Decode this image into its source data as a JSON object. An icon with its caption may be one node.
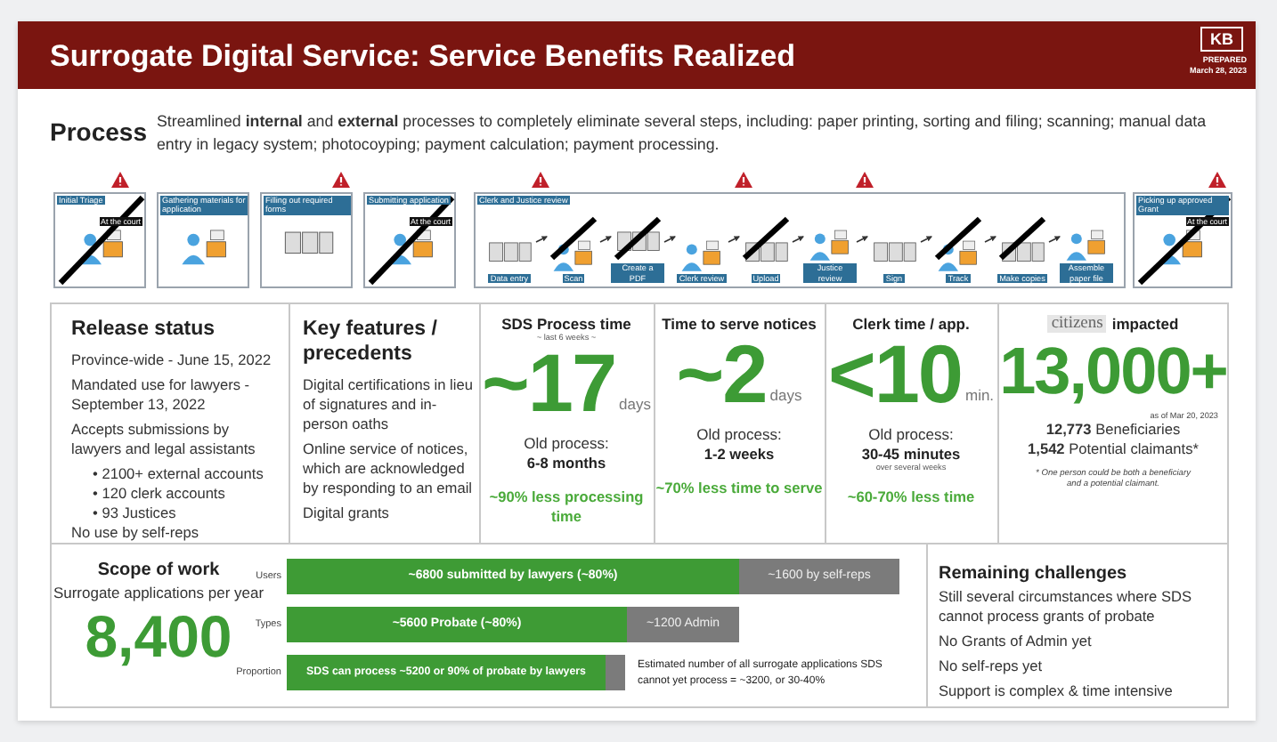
{
  "diagram": {
    "title": "Surrogate Digital Service: Service Benefits Realized",
    "nodes": [
      {
        "text": [
          "Initial Triage",
          "At the court"
        ]
      },
      {
        "text": [
          "Gathering materials for application"
        ]
      },
      {
        "text": [
          "Filling out required forms"
        ]
      },
      {
        "text": [
          "Submitting application",
          "At the court"
        ]
      },
      {
        "text": [
          "Clerk and Justice review"
        ]
      },
      {
        "text": [
          "Data entry"
        ],
        "in": 4
      },
      {
        "text": [
          "Scan"
        ],
        "in": 4
      },
      {
        "text": [
          "Create a PDF"
        ],
        "in": 4
      },
      {
        "text": [
          "Clerk review"
        ],
        "in": 4
      },
      {
        "text": [
          "Upload"
        ],
        "in": 4
      },
      {
        "text": [
          "Justice review"
        ],
        "in": 4
      },
      {
        "text": [
          "Sign"
        ],
        "in": 4
      },
      {
        "text": [
          "Track"
        ],
        "in": 4
      },
      {
        "text": [
          "Make copies"
        ],
        "in": 4
      },
      {
        "text": [
          "Assemble paper file"
        ],
        "in": 4
      },
      {
        "text": [
          "Picking up approved Grant",
          "At the court"
        ]
      }
    ],
    "edges": [
      {
        "from": 5,
        "to": 6,
        "arrow": "to"
      },
      {
        "from": 6,
        "to": 7,
        "arrow": "to"
      },
      {
        "from": 7,
        "to": 8,
        "arrow": "to"
      },
      {
        "from": 8,
        "to": 9,
        "arrow": "to"
      },
      {
        "from": 9,
        "to": 10,
        "arrow": "to"
      },
      {
        "from": 10,
        "to": 11,
        "arrow": "to"
      },
      {
        "from": 11,
        "to": 12,
        "arrow": "to"
      },
      {
        "from": 12,
        "to": 13,
        "arrow": "to"
      },
      {
        "from": 13,
        "to": 14,
        "arrow": "to"
      }
    ],
    "labels": [
      "KB",
      "PREPARED",
      "March 28, 2023",
      "Process",
      "Streamlined **internal** and **external** processes to completely eliminate several steps, including: paper printing, sorting and filing; scanning; manual data entry in legacy system; photocoyping; payment calculation; payment processing.",
      "Release status",
      "Province-wide - June 15, 2022",
      "Mandated use for lawyers - September 13, 2022",
      "Accepts submissions by lawyers and legal assistants",
      "• 2100+ external accounts",
      "• 120 clerk accounts",
      "• 93 Justices",
      "No use by self-reps",
      "Key features / precedents",
      "Digital certifications in lieu of signatures and in-person oaths",
      "Online service of notices, which are acknowledged by responding to an email",
      "Digital grants",
      "SDS Process time",
      "~ last 6 weeks ~",
      "~17",
      "days",
      "Old process:",
      "6-8 months",
      "~90% less processing time",
      "Time to serve notices",
      "~2",
      "days",
      "Old process:",
      "1-2 weeks",
      "~70% less time to serve",
      "Clerk time / app.",
      "<10",
      "min.",
      "Old process:",
      "30-45 minutes",
      "over several weeks",
      "~60-70% less time",
      "citizens",
      "impacted",
      "13,000+",
      "as of Mar 20, 2023",
      "**12,773** Beneficiaries",
      "**1,542** Potential claimants*",
      "* One person could be both a beneficiary and a potential claimant.",
      "Scope of work",
      "Surrogate applications per year",
      "8,400",
      "Users",
      "~6800 submitted by lawyers (~80%)",
      "~1600 by self-reps",
      "Types",
      "~5600 Probate (~80%)",
      "~1200 Admin",
      "Proportion",
      "SDS can process ~5200 or 90% of probate by lawyers",
      "Estimated number of all surrogate applications SDS cannot yet process = ~3200, or 30-40%",
      "Remaining challenges",
      "Still several circumstances where SDS cannot process grants of probate",
      "No Grants of Admin yet",
      "No self-reps yet",
      "Support is complex & time intensive"
    ]
  }
}
